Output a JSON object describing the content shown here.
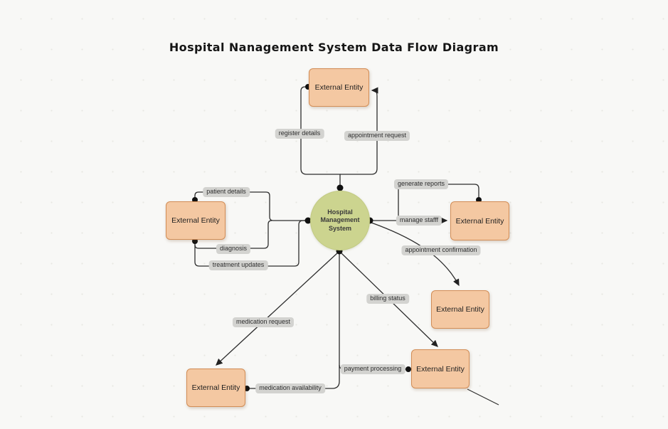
{
  "title": "Hospital Nanagement System Data Flow Diagram",
  "process": {
    "label": "Hospital Management System"
  },
  "entities": [
    {
      "position": "top",
      "label": "External Entity"
    },
    {
      "position": "left",
      "label": "External Entity"
    },
    {
      "position": "right",
      "label": "External Entity"
    },
    {
      "position": "middle-right",
      "label": "External Entity"
    },
    {
      "position": "bottom-right",
      "label": "External Entity"
    },
    {
      "position": "bottom-left",
      "label": "External Entity"
    }
  ],
  "flows": [
    {
      "label": "register details"
    },
    {
      "label": "appointment request"
    },
    {
      "label": "patient details"
    },
    {
      "label": "diagnosis"
    },
    {
      "label": "treatment updates"
    },
    {
      "label": "generate reports"
    },
    {
      "label": "manage stafff"
    },
    {
      "label": "appointment confirmation"
    },
    {
      "label": "billing status"
    },
    {
      "label": "medication request"
    },
    {
      "label": "payment processing"
    },
    {
      "label": "medication availability"
    }
  ],
  "colors": {
    "entity_fill": "#f4c8a2",
    "entity_border": "#d28d56",
    "process_fill": "#ccd48f",
    "flow_label_bg": "#d3d3d0",
    "connector": "#2d2d2d",
    "background": "#f8f8f6"
  }
}
